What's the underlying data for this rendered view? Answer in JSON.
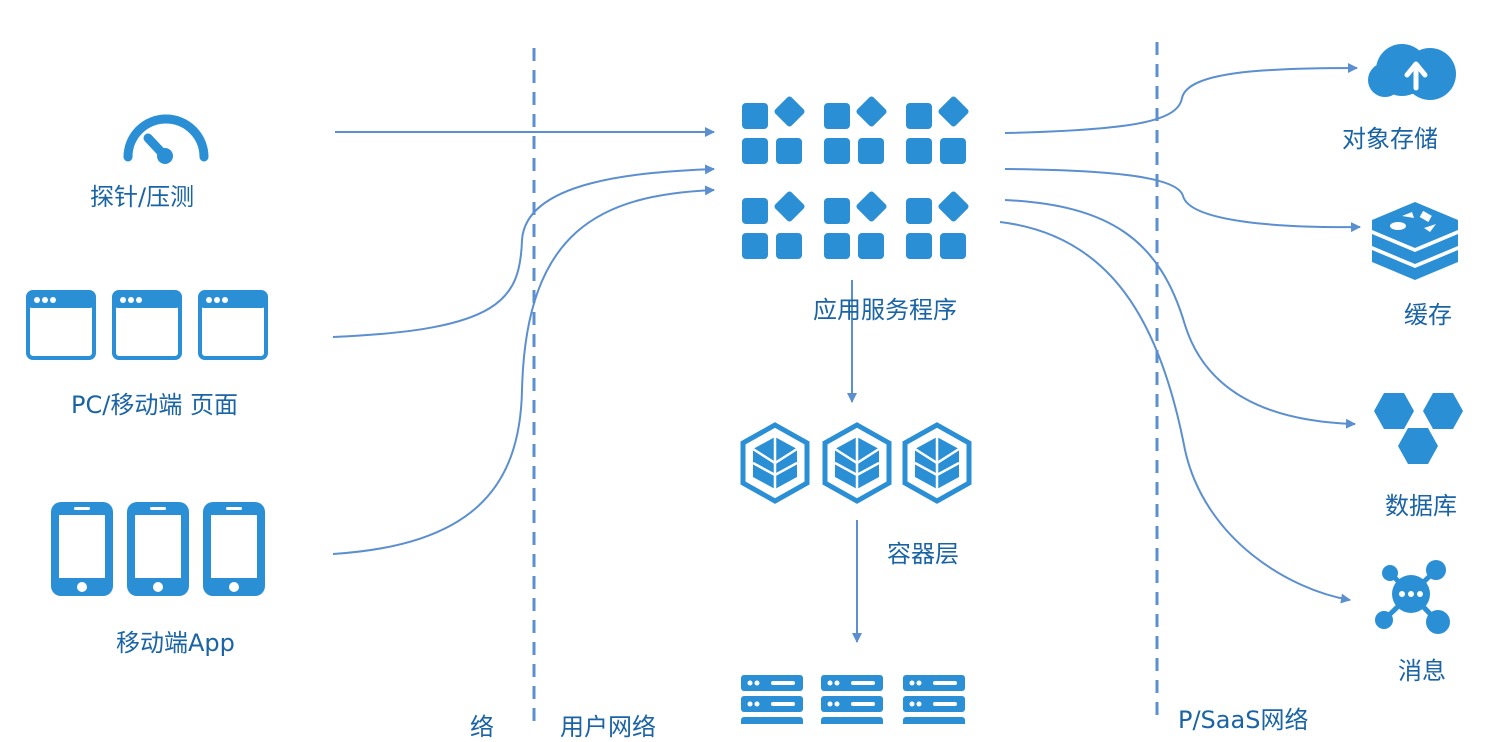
{
  "colors": {
    "primary": "#2a8fd4",
    "line": "#5b8fd0",
    "divider": "#5b8fd0",
    "text": "#1a64a5"
  },
  "nodes": {
    "probe": {
      "label": "探针/压测",
      "icon": "gauge-icon"
    },
    "web_pages": {
      "label": "PC/移动端 页面",
      "icon": "browser-window-icon"
    },
    "mobile_app": {
      "label": "移动端App",
      "icon": "smartphone-icon"
    },
    "app_service": {
      "label": "应用服务程序",
      "icon": "service-grid-icon"
    },
    "container_layer": {
      "label": "容器层",
      "icon": "container-cube-icon"
    },
    "server_layer": {
      "icon": "server-rack-icon"
    },
    "object_storage": {
      "label": "对象存储",
      "icon": "cloud-upload-icon"
    },
    "cache": {
      "label": "缓存",
      "icon": "redis-stack-icon"
    },
    "database": {
      "label": "数据库",
      "icon": "hexagon-cluster-icon"
    },
    "message": {
      "label": "消息",
      "icon": "message-hub-icon"
    }
  },
  "zones": {
    "left_partial": "络",
    "middle": "用户网络",
    "right": "P/SaaS网络"
  }
}
